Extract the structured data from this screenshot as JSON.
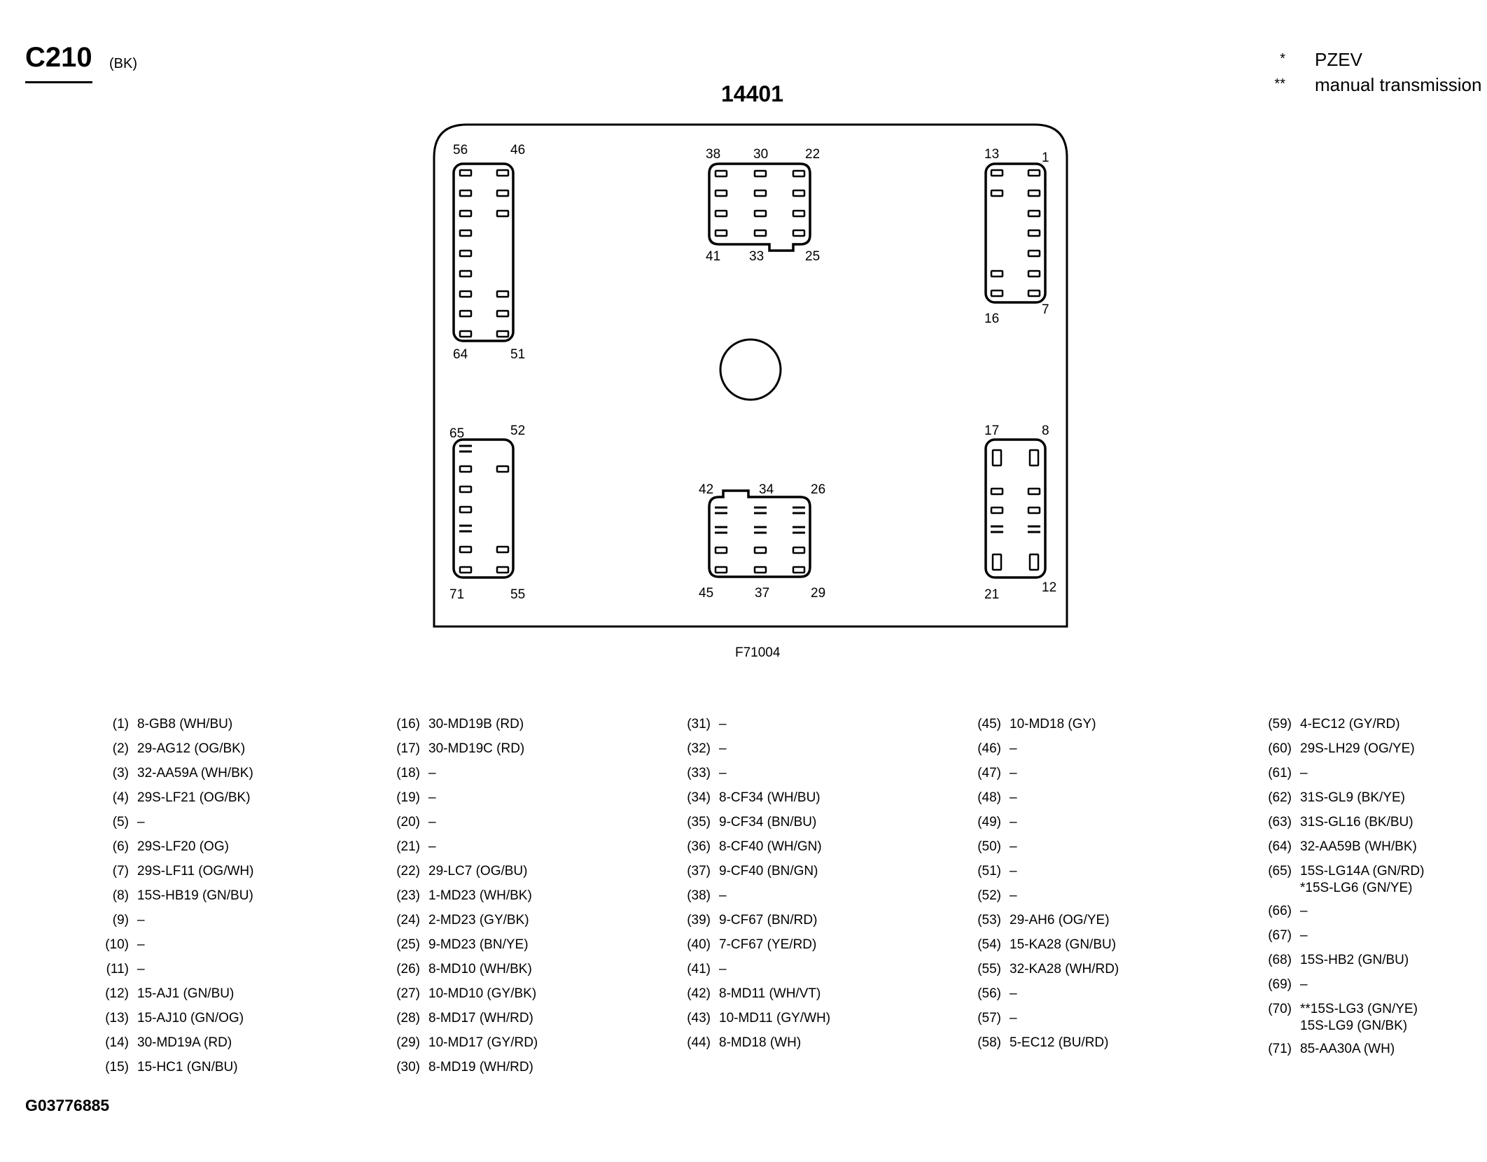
{
  "header": {
    "connector": "C210",
    "color": "(BK)"
  },
  "part_number": "14401",
  "notes": [
    {
      "symbol": "*",
      "text": "PZEV"
    },
    {
      "symbol": "**",
      "text": "manual transmission"
    }
  ],
  "diagram": {
    "figure_code": "F71004",
    "labels": {
      "l56": "56",
      "l46": "46",
      "l64": "64",
      "l51": "51",
      "l38": "38",
      "l30": "30",
      "l22": "22",
      "l41": "41",
      "l33": "33",
      "l25": "25",
      "l13": "13",
      "l1": "1",
      "l16": "16",
      "l7": "7",
      "l65": "65",
      "l52": "52",
      "l71": "71",
      "l55": "55",
      "l42": "42",
      "l34": "34",
      "l26": "26",
      "l45": "45",
      "l37": "37",
      "l29": "29",
      "l17": "17",
      "l8": "8",
      "l21": "21",
      "l12": "12"
    }
  },
  "document_id": "G03776885",
  "pin_columns": [
    [
      {
        "num": "(1)",
        "desc": "8-GB8 (WH/BU)"
      },
      {
        "num": "(2)",
        "desc": "29-AG12 (OG/BK)"
      },
      {
        "num": "(3)",
        "desc": "32-AA59A (WH/BK)"
      },
      {
        "num": "(4)",
        "desc": "29S-LF21 (OG/BK)"
      },
      {
        "num": "(5)",
        "desc": "–"
      },
      {
        "num": "(6)",
        "desc": "29S-LF20 (OG)"
      },
      {
        "num": "(7)",
        "desc": "29S-LF11 (OG/WH)"
      },
      {
        "num": "(8)",
        "desc": "15S-HB19 (GN/BU)"
      },
      {
        "num": "(9)",
        "desc": "–"
      },
      {
        "num": "(10)",
        "desc": "–"
      },
      {
        "num": "(11)",
        "desc": "–"
      },
      {
        "num": "(12)",
        "desc": "15-AJ1 (GN/BU)"
      },
      {
        "num": "(13)",
        "desc": "15-AJ10 (GN/OG)"
      },
      {
        "num": "(14)",
        "desc": "30-MD19A (RD)"
      },
      {
        "num": "(15)",
        "desc": "15-HC1 (GN/BU)"
      }
    ],
    [
      {
        "num": "(16)",
        "desc": "30-MD19B (RD)"
      },
      {
        "num": "(17)",
        "desc": "30-MD19C (RD)"
      },
      {
        "num": "(18)",
        "desc": "–"
      },
      {
        "num": "(19)",
        "desc": "–"
      },
      {
        "num": "(20)",
        "desc": "–"
      },
      {
        "num": "(21)",
        "desc": "–"
      },
      {
        "num": "(22)",
        "desc": "29-LC7 (OG/BU)"
      },
      {
        "num": "(23)",
        "desc": "1-MD23 (WH/BK)"
      },
      {
        "num": "(24)",
        "desc": "2-MD23 (GY/BK)"
      },
      {
        "num": "(25)",
        "desc": "9-MD23 (BN/YE)"
      },
      {
        "num": "(26)",
        "desc": "8-MD10 (WH/BK)"
      },
      {
        "num": "(27)",
        "desc": "10-MD10 (GY/BK)"
      },
      {
        "num": "(28)",
        "desc": "8-MD17 (WH/RD)"
      },
      {
        "num": "(29)",
        "desc": "10-MD17 (GY/RD)"
      },
      {
        "num": "(30)",
        "desc": "8-MD19 (WH/RD)"
      }
    ],
    [
      {
        "num": "(31)",
        "desc": "–"
      },
      {
        "num": "(32)",
        "desc": "–"
      },
      {
        "num": "(33)",
        "desc": "–"
      },
      {
        "num": "(34)",
        "desc": "8-CF34 (WH/BU)"
      },
      {
        "num": "(35)",
        "desc": "9-CF34 (BN/BU)"
      },
      {
        "num": "(36)",
        "desc": "8-CF40 (WH/GN)"
      },
      {
        "num": "(37)",
        "desc": "9-CF40 (BN/GN)"
      },
      {
        "num": "(38)",
        "desc": "–"
      },
      {
        "num": "(39)",
        "desc": "9-CF67 (BN/RD)"
      },
      {
        "num": "(40)",
        "desc": "7-CF67 (YE/RD)"
      },
      {
        "num": "(41)",
        "desc": "–"
      },
      {
        "num": "(42)",
        "desc": "8-MD11 (WH/VT)"
      },
      {
        "num": "(43)",
        "desc": "10-MD11 (GY/WH)"
      },
      {
        "num": "(44)",
        "desc": "8-MD18 (WH)"
      }
    ],
    [
      {
        "num": "(45)",
        "desc": "10-MD18 (GY)"
      },
      {
        "num": "(46)",
        "desc": "–"
      },
      {
        "num": "(47)",
        "desc": "–"
      },
      {
        "num": "(48)",
        "desc": "–"
      },
      {
        "num": "(49)",
        "desc": "–"
      },
      {
        "num": "(50)",
        "desc": "–"
      },
      {
        "num": "(51)",
        "desc": "–"
      },
      {
        "num": "(52)",
        "desc": "–"
      },
      {
        "num": "(53)",
        "desc": "29-AH6 (OG/YE)"
      },
      {
        "num": "(54)",
        "desc": "15-KA28 (GN/BU)"
      },
      {
        "num": "(55)",
        "desc": "32-KA28 (WH/RD)"
      },
      {
        "num": "(56)",
        "desc": "–"
      },
      {
        "num": "(57)",
        "desc": "–"
      },
      {
        "num": "(58)",
        "desc": "5-EC12 (BU/RD)"
      }
    ],
    [
      {
        "num": "(59)",
        "desc": "4-EC12 (GY/RD)"
      },
      {
        "num": "(60)",
        "desc": "29S-LH29 (OG/YE)"
      },
      {
        "num": "(61)",
        "desc": "–"
      },
      {
        "num": "(62)",
        "desc": "31S-GL9 (BK/YE)"
      },
      {
        "num": "(63)",
        "desc": "31S-GL16 (BK/BU)"
      },
      {
        "num": "(64)",
        "desc": "32-AA59B (WH/BK)"
      },
      {
        "num": "(65)",
        "desc": "15S-LG14A (GN/RD)",
        "desc2": "*15S-LG6 (GN/YE)"
      },
      {
        "num": "(66)",
        "desc": "–"
      },
      {
        "num": "(67)",
        "desc": "–"
      },
      {
        "num": "(68)",
        "desc": "15S-HB2 (GN/BU)"
      },
      {
        "num": "(69)",
        "desc": "–"
      },
      {
        "num": "(70)",
        "desc": "**15S-LG3 (GN/YE)",
        "desc2": "15S-LG9 (GN/BK)"
      },
      {
        "num": "(71)",
        "desc": "85-AA30A (WH)"
      }
    ]
  ]
}
